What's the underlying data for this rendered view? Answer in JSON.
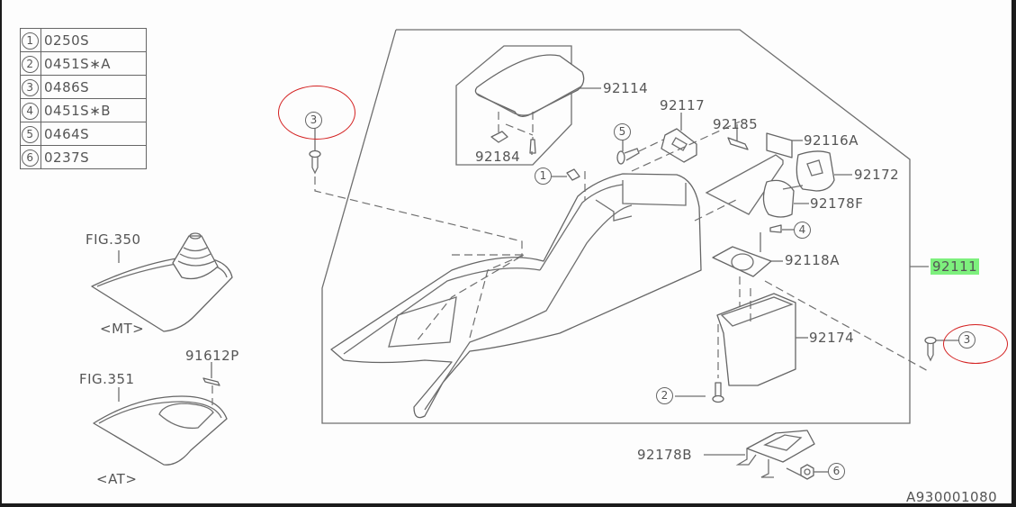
{
  "diagram": {
    "type": "parts-exploded-view",
    "subject": "center console assembly",
    "diagram_code": "A930001080",
    "highlight_color": "#7df07d",
    "annotation_color": "#d42222",
    "fastener_legend": [
      {
        "ref": "1",
        "part": "0250S"
      },
      {
        "ref": "2",
        "part": "0451S∗A"
      },
      {
        "ref": "3",
        "part": "0486S"
      },
      {
        "ref": "4",
        "part": "0451S∗B"
      },
      {
        "ref": "5",
        "part": "0464S"
      },
      {
        "ref": "6",
        "part": "0237S"
      }
    ],
    "figures": {
      "mt": {
        "fig": "FIG.350",
        "variant": "<MT>"
      },
      "at": {
        "fig": "FIG.351",
        "variant": "<AT>",
        "part": "91612P"
      }
    },
    "parts": {
      "p92114": "92114",
      "p92184": "92184",
      "p92117": "92117",
      "p92185": "92185",
      "p92116A": "92116A",
      "p92172": "92172",
      "p92178F": "92178F",
      "p92118A": "92118A",
      "p92111": "92111",
      "p92174": "92174",
      "p92178B": "92178B"
    },
    "callouts": {
      "c1": "1",
      "c2": "2",
      "c3_left": "3",
      "c3_right": "3",
      "c4": "4",
      "c5": "5",
      "c6": "6"
    },
    "highlighted_part": "92111",
    "circled_callouts": [
      "3 (left screw)",
      "3 (right screw)"
    ]
  }
}
